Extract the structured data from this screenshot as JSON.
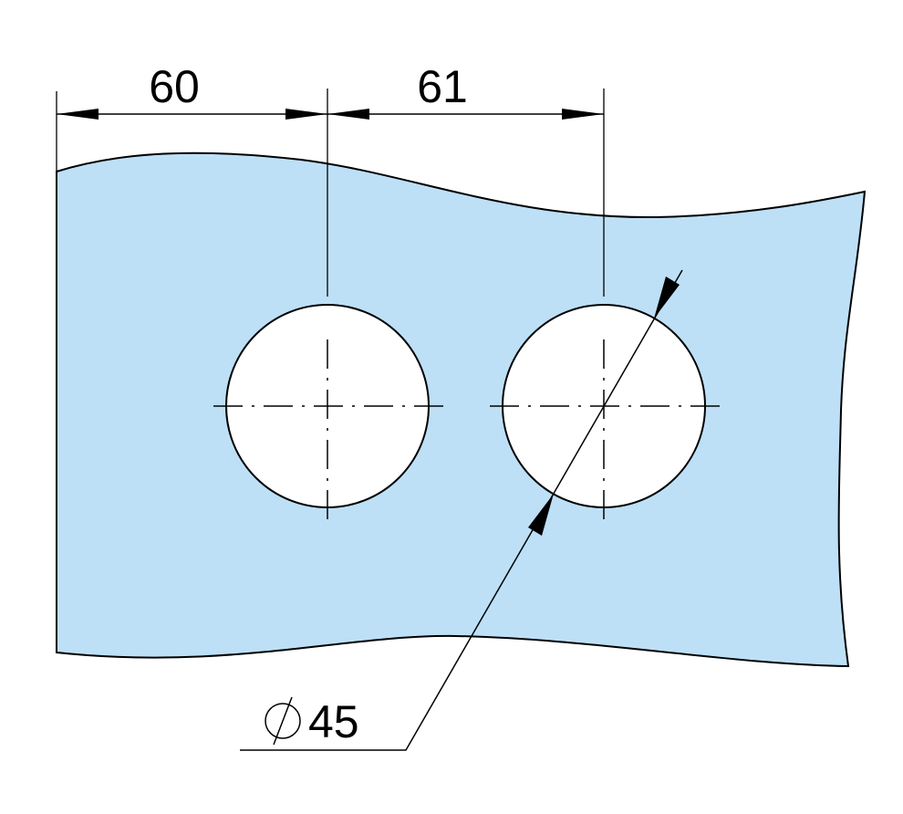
{
  "drawing": {
    "plate_color": "#bde0f7",
    "hole_color": "#ffffff",
    "dimensions": {
      "left_spacing": "60",
      "hole_spacing": "61",
      "hole_diameter": "45",
      "diameter_symbol": "diameter-symbol"
    }
  }
}
